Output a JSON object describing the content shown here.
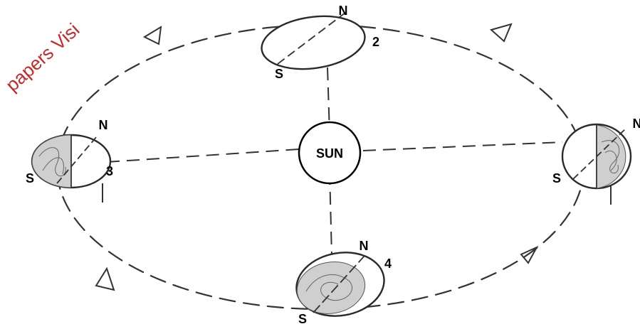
{
  "watermark": "papers Visi",
  "sun": {
    "label": "SUN"
  },
  "positions": [
    {
      "id": "top",
      "north": "N",
      "south": "S",
      "number": "2"
    },
    {
      "id": "left",
      "north": "N",
      "south": "S",
      "number": "3"
    },
    {
      "id": "bottom",
      "north": "N",
      "south": "S",
      "number": "4"
    },
    {
      "id": "right",
      "north": "N",
      "south": "S"
    }
  ]
}
